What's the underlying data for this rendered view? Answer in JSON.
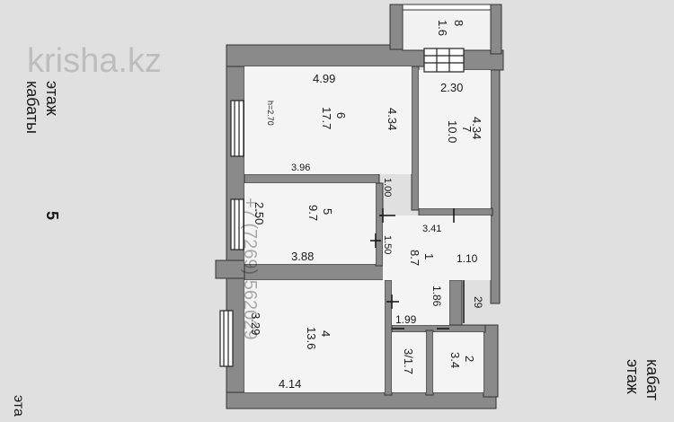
{
  "watermark": "krisha.kz",
  "margin_text": {
    "left_top_1": "кабаты",
    "left_top_2": "этаж",
    "left_number": "5",
    "bottom_right_1": "кабат",
    "bottom_right_2": "этаж",
    "left_bottom": "эта",
    "overlay_number": "+7 (7269) 562029"
  },
  "rooms": {
    "r8": {
      "num": "8",
      "area": "1.6"
    },
    "r6": {
      "num": "6",
      "area": "17.7",
      "height": "h=2.70"
    },
    "r7": {
      "num": "7",
      "area": "10.0"
    },
    "r5": {
      "num": "5",
      "area": "9.7"
    },
    "r1": {
      "num": "1",
      "area": "8.7"
    },
    "r4": {
      "num": "4",
      "area": "13.6"
    },
    "r3": {
      "num": "3/1.7"
    },
    "r2": {
      "num": "2",
      "area": "3.4"
    }
  },
  "dims": {
    "d_499": "4.99",
    "d_434a": "4.34",
    "d_230": "2.30",
    "d_434b": "4.34",
    "d_396": "3.96",
    "d_100": "1.00",
    "d_250": "2.50",
    "d_341": "3.41",
    "d_150": "1.50",
    "d_388": "3.88",
    "d_110": "1.10",
    "d_186": "1.86",
    "d_29": "29",
    "d_329": "3.29",
    "d_199": "1.99",
    "d_414": "4.14"
  }
}
